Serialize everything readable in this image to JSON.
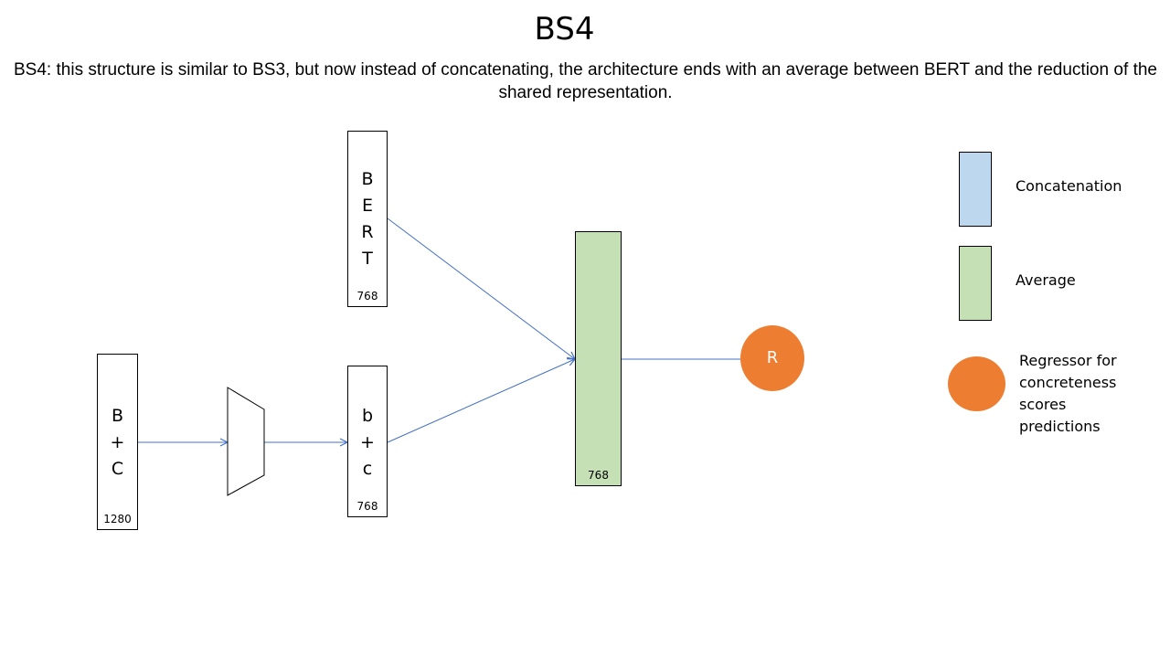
{
  "slide": {
    "title": "BS4",
    "description": "BS4: this structure is similar to BS3, but now instead of concatenating, the architecture ends with an average between BERT and the reduction of the shared representation."
  },
  "diagram": {
    "bert_box": {
      "letters": [
        "B",
        "E",
        "R",
        "T"
      ],
      "dimension": "768"
    },
    "reduced_box": {
      "letters": [
        "b",
        "+",
        "c"
      ],
      "dimension": "768"
    },
    "input_box": {
      "letters": [
        "B",
        "+",
        "C"
      ],
      "dimension": "1280"
    },
    "average_box": {
      "dimension": "768",
      "color": "#c5e0b4"
    },
    "regressor": {
      "label": "R",
      "color": "#ed7d31"
    },
    "reducer": {
      "shape": "trapezoid"
    },
    "arrow_color": "#4472c4"
  },
  "legend": {
    "concatenation": {
      "label": "Concatenation",
      "color": "#bdd7ee"
    },
    "average": {
      "label": "Average",
      "color": "#c5e0b4"
    },
    "regressor": {
      "label": "Regressor for concreteness scores predictions",
      "color": "#ed7d31"
    }
  }
}
